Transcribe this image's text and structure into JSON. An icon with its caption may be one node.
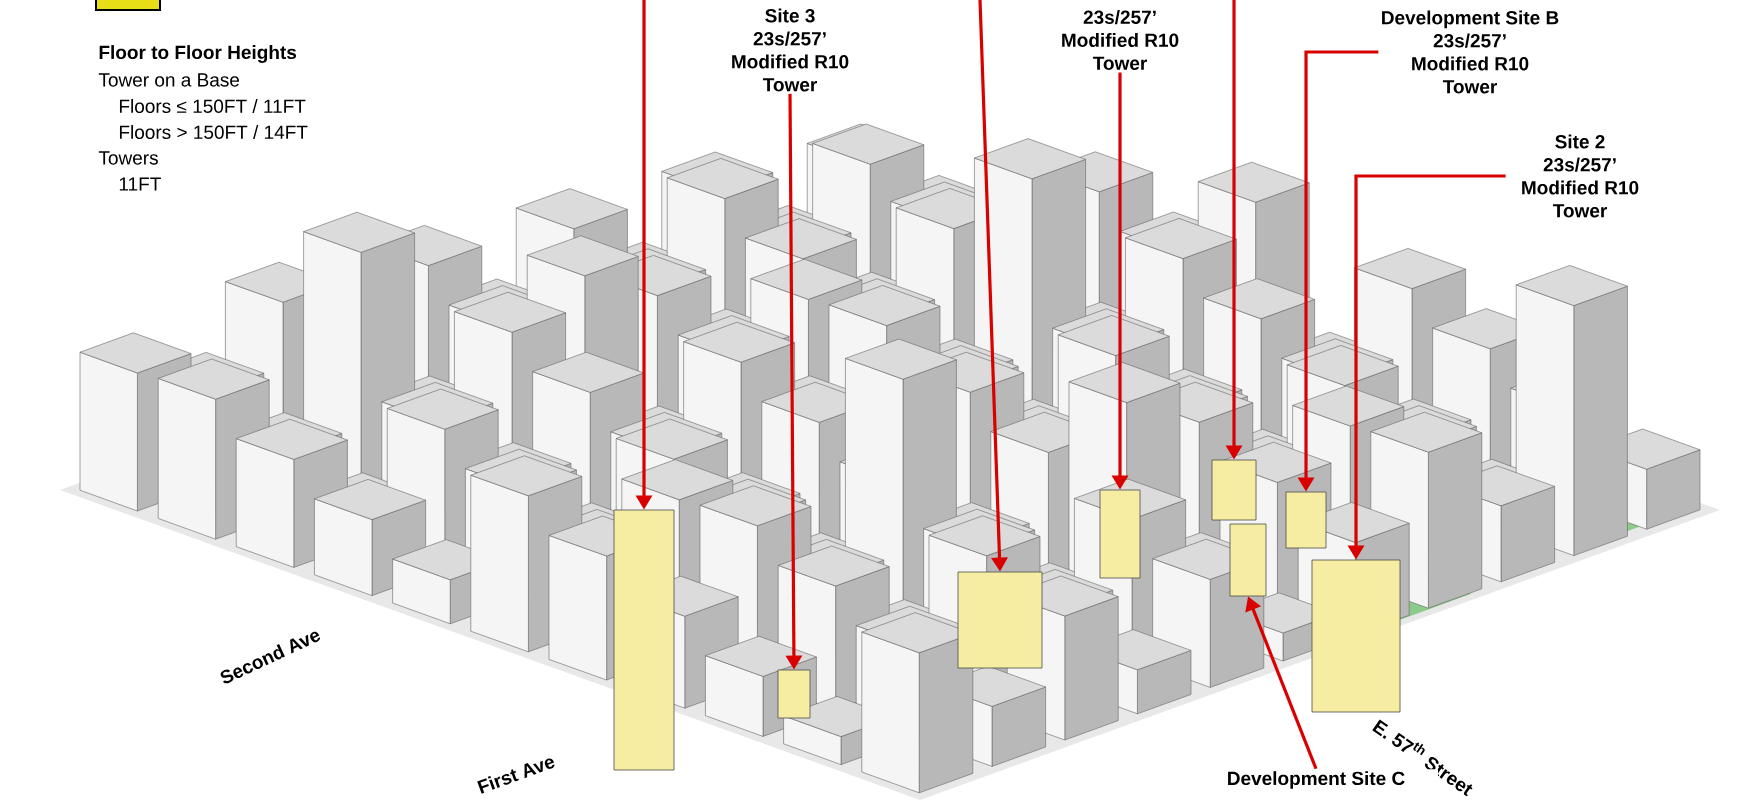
{
  "diagram": {
    "nodes": [
      {
        "text": [
          "Site 3",
          "23s/257’ Modified R10 Tower"
        ]
      },
      {
        "text": [
          "23s/257’ Modified R10 Tower"
        ]
      },
      {
        "text": [
          "Development Site B",
          "23s/257’ Modified R10 Tower"
        ]
      },
      {
        "text": [
          "Site 2",
          "23s/257’ Modified R10 Tower"
        ]
      },
      {
        "text": [
          "Development Site C"
        ]
      },
      {
        "text": [],
        "shape": "box"
      },
      {
        "text": [],
        "shape": "box"
      },
      {
        "text": [],
        "shape": "box"
      },
      {
        "text": [],
        "shape": "box"
      },
      {
        "text": [],
        "shape": "box"
      },
      {
        "text": [],
        "shape": "box"
      },
      {
        "text": [],
        "shape": "box"
      },
      {
        "text": [],
        "shape": "box"
      }
    ],
    "edges": [
      {
        "from": null,
        "to": 5,
        "arrow": "to"
      },
      {
        "from": 0,
        "to": 6,
        "arrow": "to"
      },
      {
        "from": null,
        "to": 7,
        "arrow": "to"
      },
      {
        "from": 1,
        "to": 8,
        "arrow": "to"
      },
      {
        "from": null,
        "to": 9,
        "arrow": "to"
      },
      {
        "from": 2,
        "to": 10,
        "arrow": "to"
      },
      {
        "from": 3,
        "to": 11,
        "arrow": "to"
      },
      {
        "from": 4,
        "to": 12,
        "arrow": "to"
      }
    ],
    "labels": [
      "Floor to Floor Heights",
      "Tower on a Base",
      "Floors ≤ 150FT / 11FT",
      "Floors > 150FT / 14FT",
      "Towers",
      "11FT",
      "Second Ave",
      "First Ave",
      "E. 57$^{th}$ Street"
    ]
  }
}
